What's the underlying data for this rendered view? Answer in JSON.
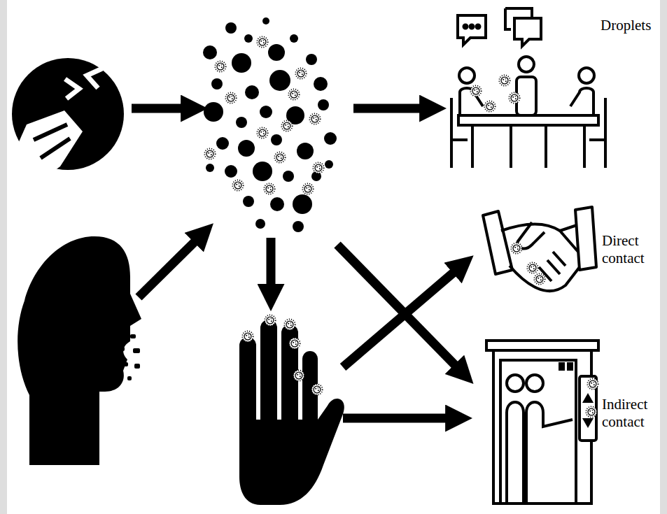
{
  "diagram": {
    "nodes": [
      {
        "text": [
          "Droplets"
        ]
      },
      {
        "text": [
          "Direct contact"
        ]
      },
      {
        "text": [
          "Indirect contact"
        ]
      }
    ]
  }
}
